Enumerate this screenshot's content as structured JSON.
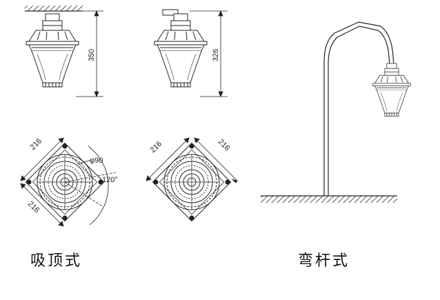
{
  "dimensions": {
    "ceiling_height": "350",
    "bracket_height": "326",
    "width_a": "216",
    "width_b": "216",
    "width_c": "216",
    "width_d": "216",
    "hole_diameter": "φ90",
    "hole_angle": "120°"
  },
  "captions": {
    "ceiling_mount": "吸顶式",
    "bracket_mount": "弯杆式"
  }
}
